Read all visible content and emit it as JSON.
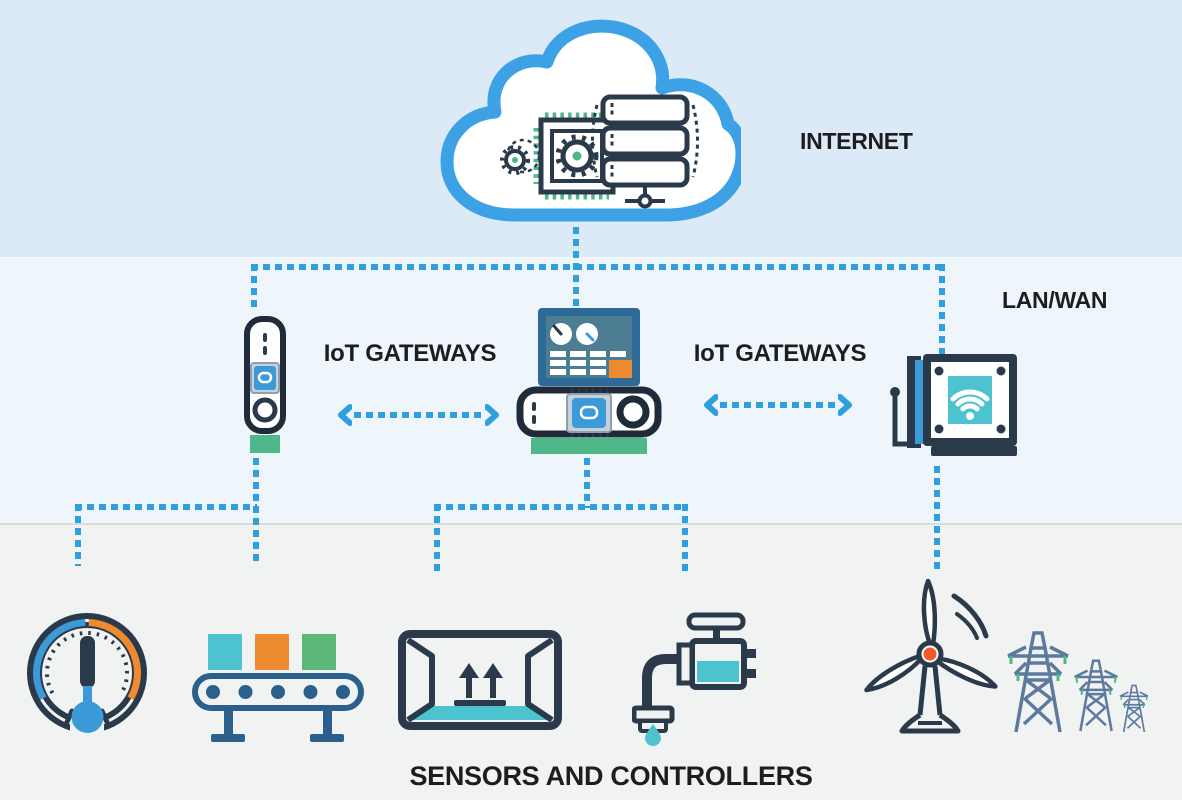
{
  "zones": {
    "internet": {
      "label": "INTERNET"
    },
    "lan_wan": {
      "label": "LAN/WAN"
    },
    "sensors": {
      "label": "SENSORS AND CONTROLLERS"
    }
  },
  "gateway_labels": {
    "left": "IoT GATEWAYS",
    "right": "IoT GATEWAYS"
  },
  "icons": [
    {
      "name": "cloud-icon",
      "meaning": "internet cloud",
      "shape": "svg cloud outline"
    },
    {
      "name": "cpu-gears-icon",
      "meaning": "cloud processing chip with gears",
      "shape": "svg chip + gear"
    },
    {
      "name": "server-stack-icon",
      "meaning": "cloud server stack with network node",
      "shape": "svg stacked rects"
    },
    {
      "name": "gateway-tower-icon",
      "meaning": "vertical IoT gateway device",
      "shape": "svg rounded box"
    },
    {
      "name": "gateway-hmi-icon",
      "meaning": "IoT gateway with dashboard monitor",
      "shape": "svg monitor + box"
    },
    {
      "name": "gateway-wireless-icon",
      "meaning": "wireless IoT gateway panel with wifi",
      "shape": "svg panel + wifi arcs"
    },
    {
      "name": "temperature-gauge-icon",
      "meaning": "temperature gauge sensor",
      "shape": "svg dial + thermometer"
    },
    {
      "name": "conveyor-belt-icon",
      "meaning": "conveyor belt with packages",
      "shape": "svg belt + boxes"
    },
    {
      "name": "package-box-icon",
      "meaning": "open container / this-side-up box",
      "shape": "svg box + up arrows"
    },
    {
      "name": "water-valve-icon",
      "meaning": "water valve / faucet with drop",
      "shape": "svg faucet + teardrop"
    },
    {
      "name": "wind-turbine-icon",
      "meaning": "wind turbine",
      "shape": "svg turbine blades"
    },
    {
      "name": "power-towers-icon",
      "meaning": "power transmission towers",
      "shape": "svg pylons"
    }
  ],
  "connections": [
    "cloud-to-gateway-bus",
    "bus-to-left-gateway",
    "bus-to-center-gateway",
    "bus-to-right-gateway",
    "left-gateway-to-gauge",
    "left-gateway-to-conveyor",
    "center-gateway-to-box",
    "center-gateway-to-valve",
    "right-gateway-to-turbine",
    "left-gateway-center-gateway-double-arrow",
    "center-gateway-right-gateway-double-arrow"
  ],
  "colors": {
    "band_internet_bg": "#dbeaf6",
    "band_lanwan_bg": "#eef5fb",
    "band_sensors_bg": "#f1f2f2",
    "band_divider": "#d9dbdc",
    "dotted_line": "#2f9fe0",
    "cloud_stroke": "#3ca2e5",
    "outline_navy": "#2b3a4a",
    "green": "#4eb88b",
    "teal": "#4cc3cf",
    "orange": "#ee8b30",
    "blue": "#3d9ad8",
    "conveyor_blue": "#2b608d",
    "tower_blue": "#5b7a9e",
    "monitor_frame": "#2d6a97",
    "monitor_screen": "#4d7d92",
    "server_stripe": "#2e86b8",
    "chip_silver": "#c7d1db",
    "hub_orange": "#f05b28",
    "text": "#1d1d1f"
  }
}
